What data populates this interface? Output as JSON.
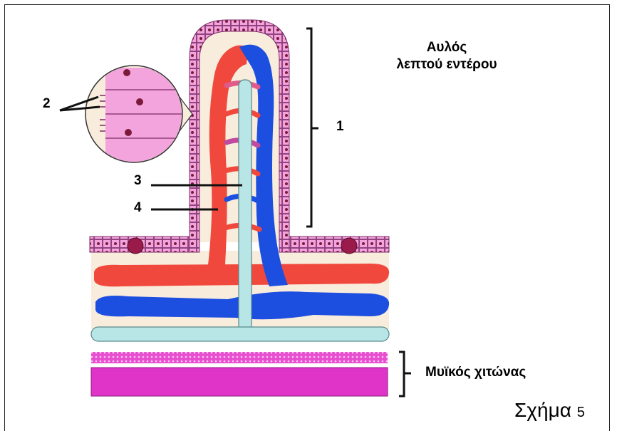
{
  "title": {
    "line1": "Αυλός",
    "line2": "λεπτού εντέρου"
  },
  "labels": {
    "l1": "1",
    "l2": "2",
    "l3": "3",
    "l4": "4",
    "muscle": "Μυϊκός χιτώνας"
  },
  "caption": {
    "word": "Σχήμα",
    "number": "5"
  },
  "colors": {
    "artery": "#f0483c",
    "vein": "#1c4ee0",
    "lacteal": "#b8e6e6",
    "epithelium": "#f48cd8",
    "tissue": "#f8ecdc",
    "muscle": "#e033c8"
  }
}
